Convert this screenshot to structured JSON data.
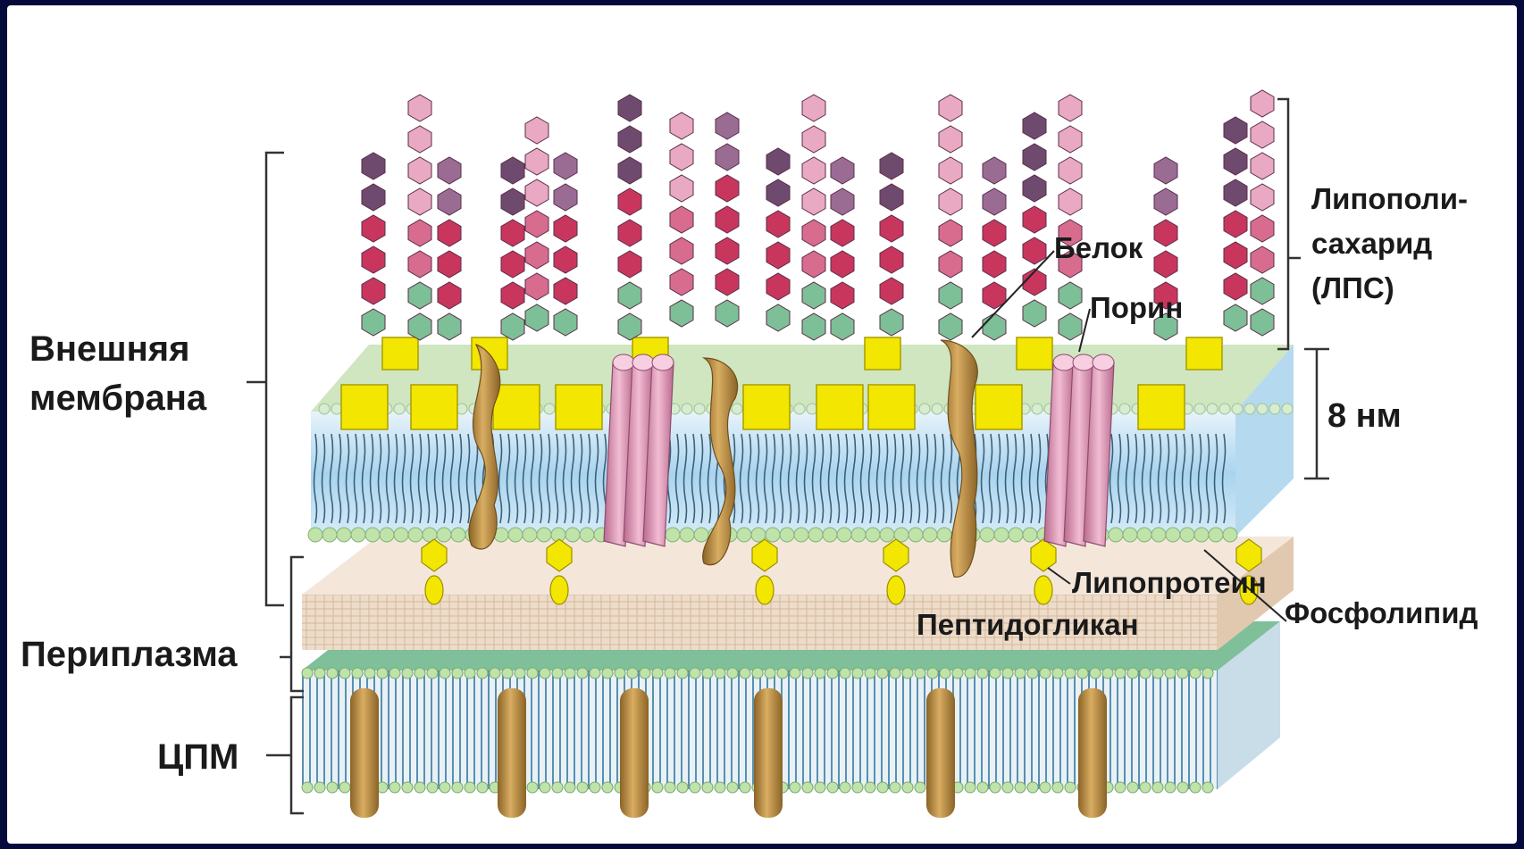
{
  "labels": {
    "outer_membrane_line1": "Внешняя",
    "outer_membrane_line2": "мембрана",
    "periplasm": "Периплазма",
    "cpm": "ЦПМ",
    "protein": "Белок",
    "porin": "Порин",
    "lps_line1": "Липополи-",
    "lps_line2": "сахарид",
    "lps_line3": "(ЛПС)",
    "thickness": "8 нм",
    "lipoprotein": "Липопротеин",
    "peptidoglycan": "Пептидогликан",
    "phospholipid": "Фосфолипид"
  },
  "colors": {
    "background": "#050a3c",
    "panel": "#ffffff",
    "lipid_core": "#f3e600",
    "porin": "#d98fb0",
    "protein": "#b88a3a",
    "peptidoglycan": "#ecd8c4",
    "cpm_lipid": "#6fb3c9",
    "head_group": "#bfe3a8",
    "sugar_dark": "#6e4a6e",
    "sugar_red": "#c8365e",
    "sugar_pink": "#e9a9c2"
  }
}
